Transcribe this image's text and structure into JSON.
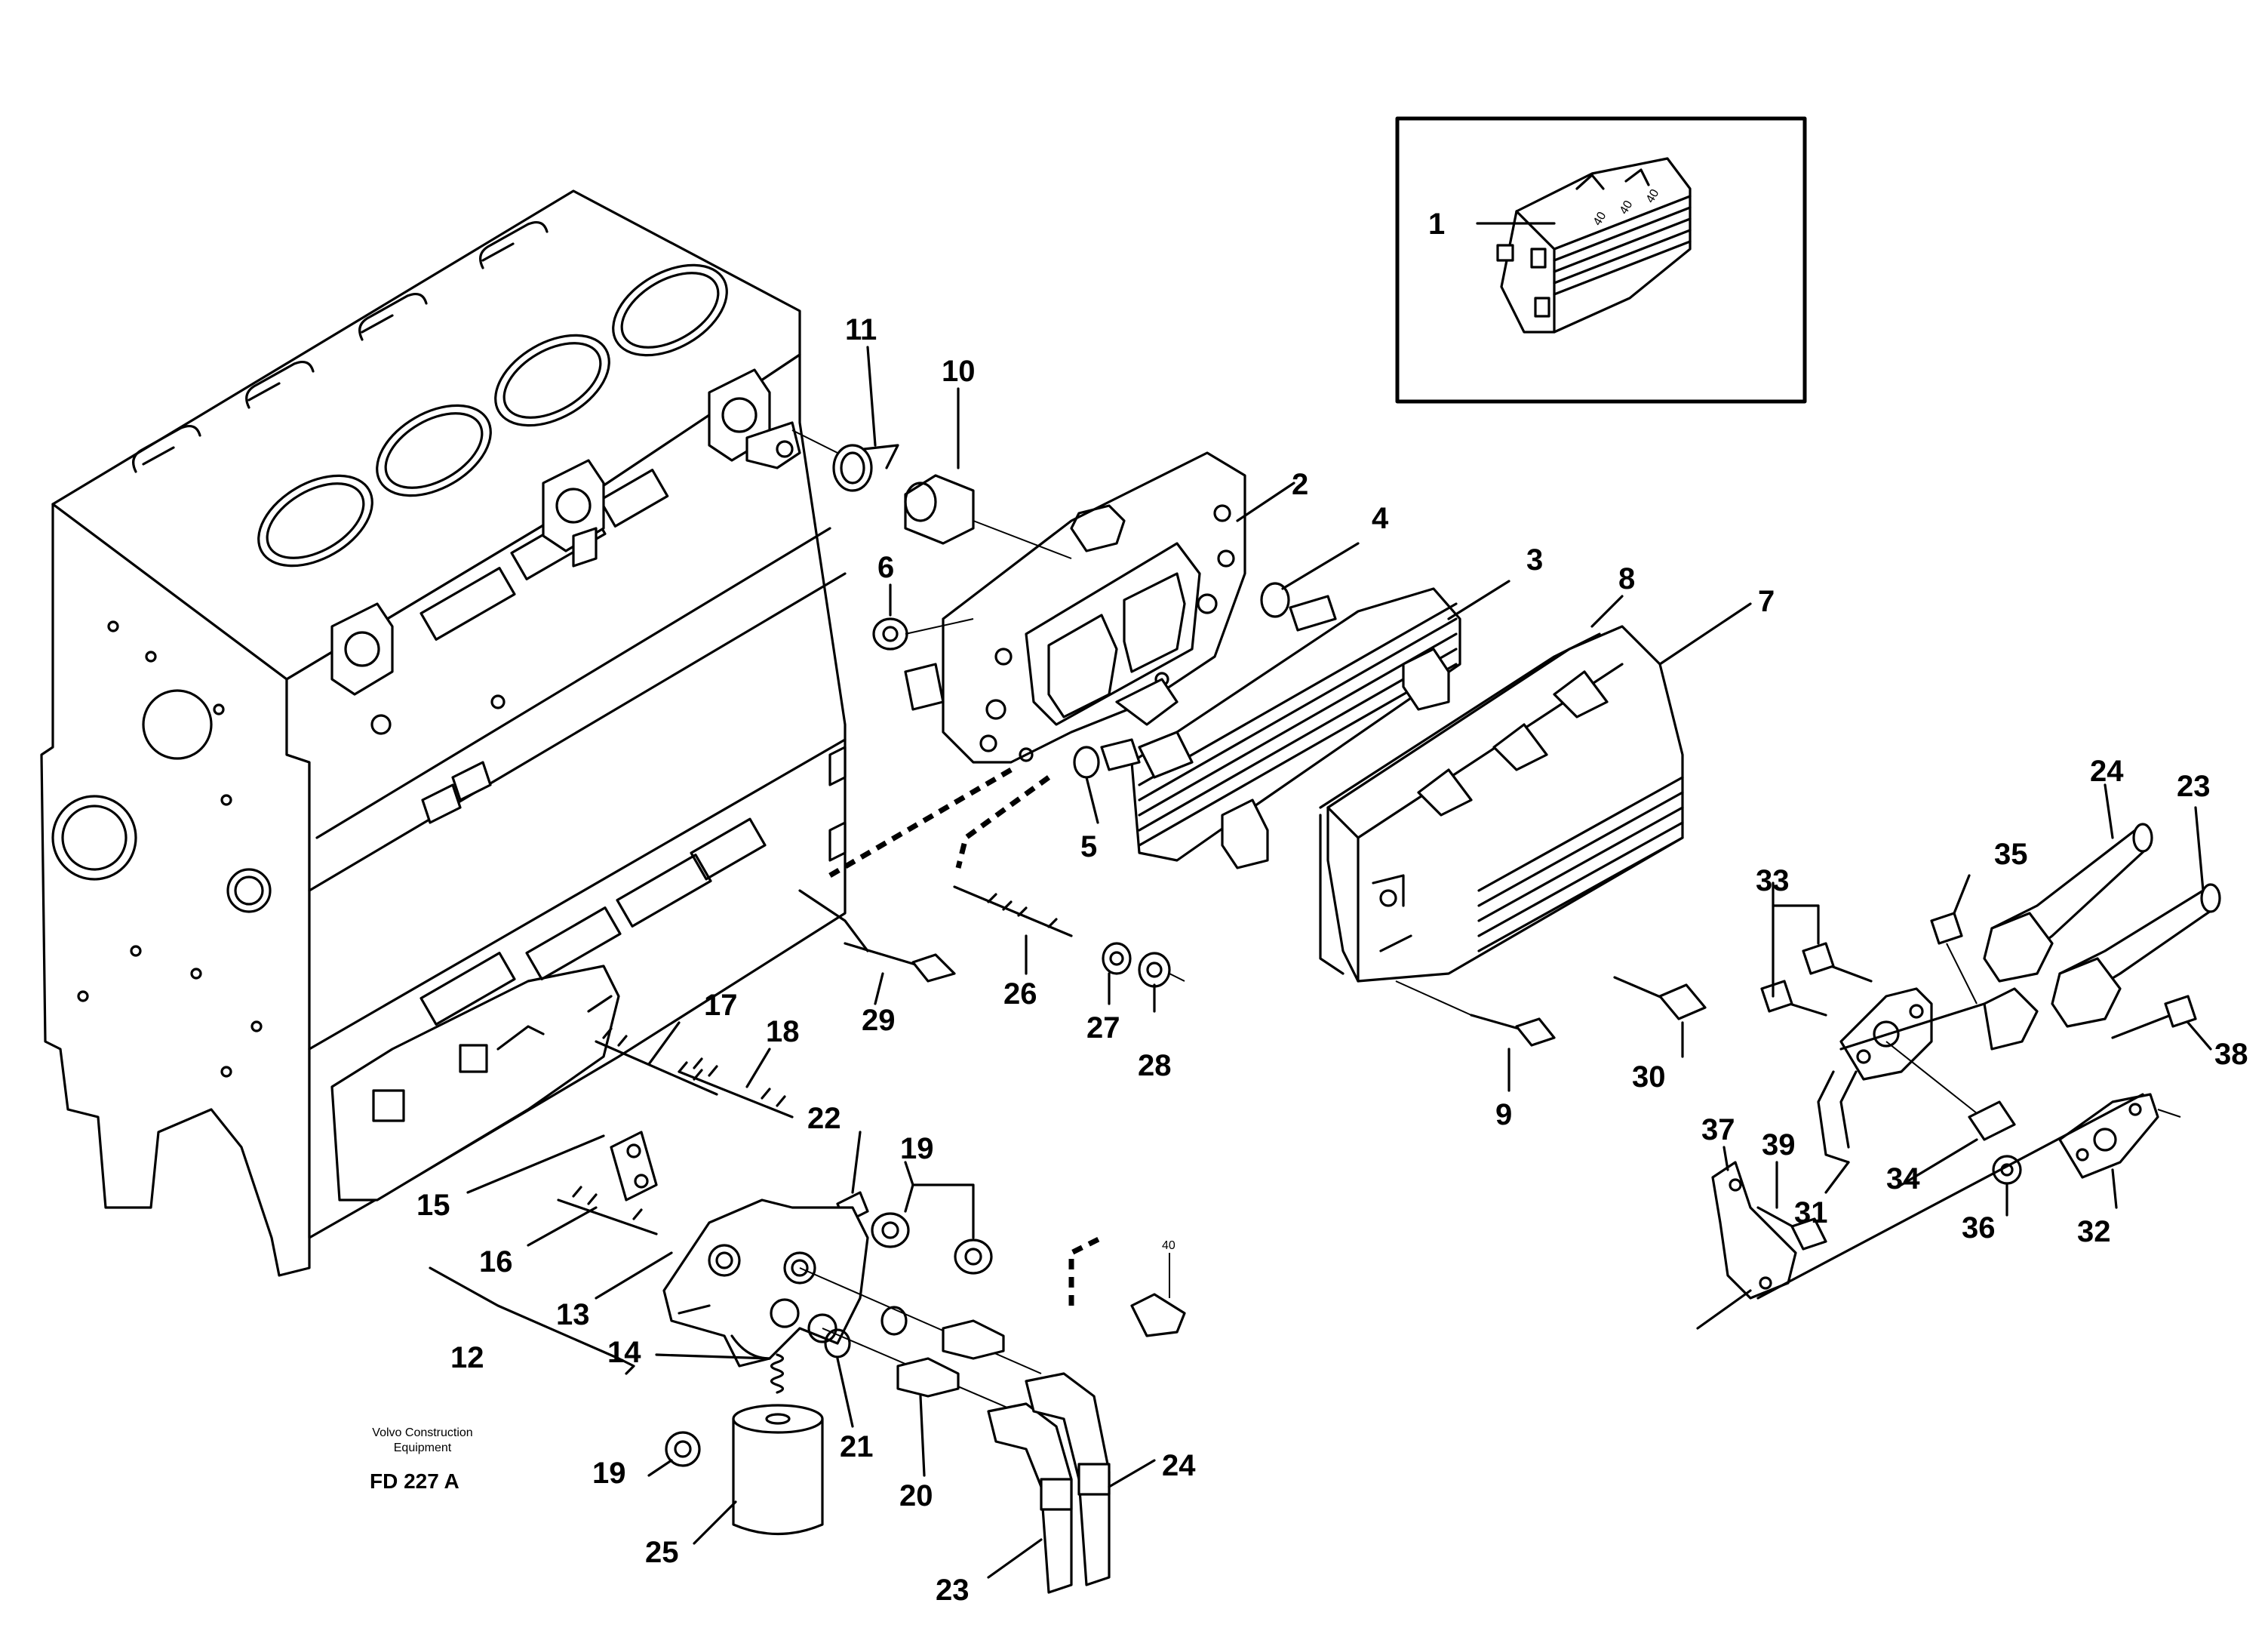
{
  "parts": [
    "1",
    "2",
    "3",
    "4",
    "5",
    "6",
    "7",
    "8",
    "9",
    "10",
    "11",
    "12",
    "13",
    "14",
    "15",
    "16",
    "17",
    "18",
    "19",
    "20",
    "21",
    "22",
    "23",
    "24",
    "25",
    "26",
    "27",
    "28",
    "29",
    "30",
    "31",
    "32",
    "33",
    "34",
    "35",
    "36",
    "37",
    "38",
    "39"
  ],
  "callouts": {
    "p1": "1",
    "p2": "2",
    "p3": "3",
    "p4": "4",
    "p5": "5",
    "p6": "6",
    "p7": "7",
    "p8": "8",
    "p9": "9",
    "p10": "10",
    "p11": "11",
    "p12": "12",
    "p13": "13",
    "p14": "14",
    "p15": "15",
    "p16": "16",
    "p17": "17",
    "p18": "18",
    "p19a": "19",
    "p19b": "19",
    "p20": "20",
    "p21": "21",
    "p22": "22",
    "p23a": "23",
    "p23b": "23",
    "p24a": "24",
    "p24b": "24",
    "p25": "25",
    "p26": "26",
    "p27": "27",
    "p28": "28",
    "p29": "29",
    "p30": "30",
    "p31": "31",
    "p32": "32",
    "p33": "33",
    "p34": "34",
    "p35": "35",
    "p36": "36",
    "p37": "37",
    "p38": "38",
    "p39": "39",
    "p40": "40"
  },
  "maker_line1": "Volvo Construction",
  "maker_line2": "Equipment",
  "drawing_code": "FD 227 A",
  "ink_color": "#000000",
  "paper_color": "#ffffff"
}
